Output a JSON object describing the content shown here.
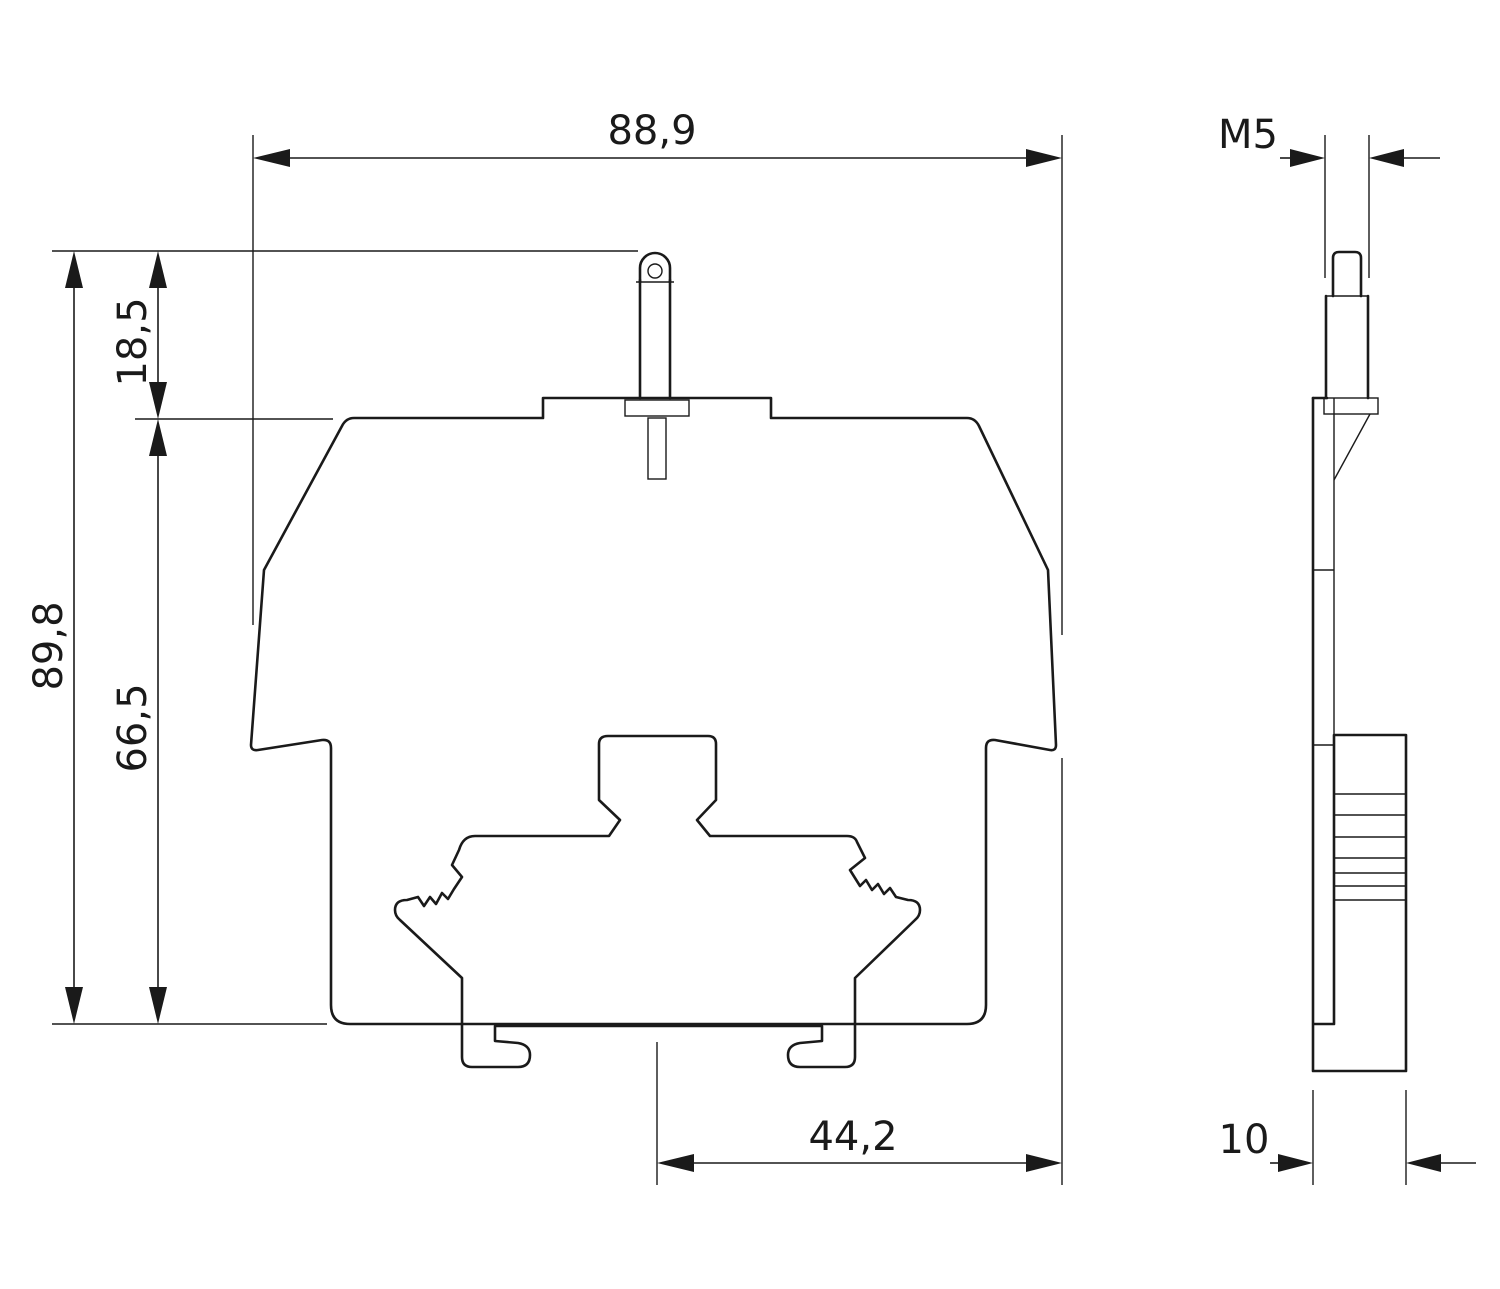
{
  "dimensions": {
    "total_width": "88,9",
    "total_height": "89,8",
    "terminal_height": "18,5",
    "body_height": "66,5",
    "rail_offset": "44,2",
    "thread": "M5",
    "thickness": "10"
  }
}
